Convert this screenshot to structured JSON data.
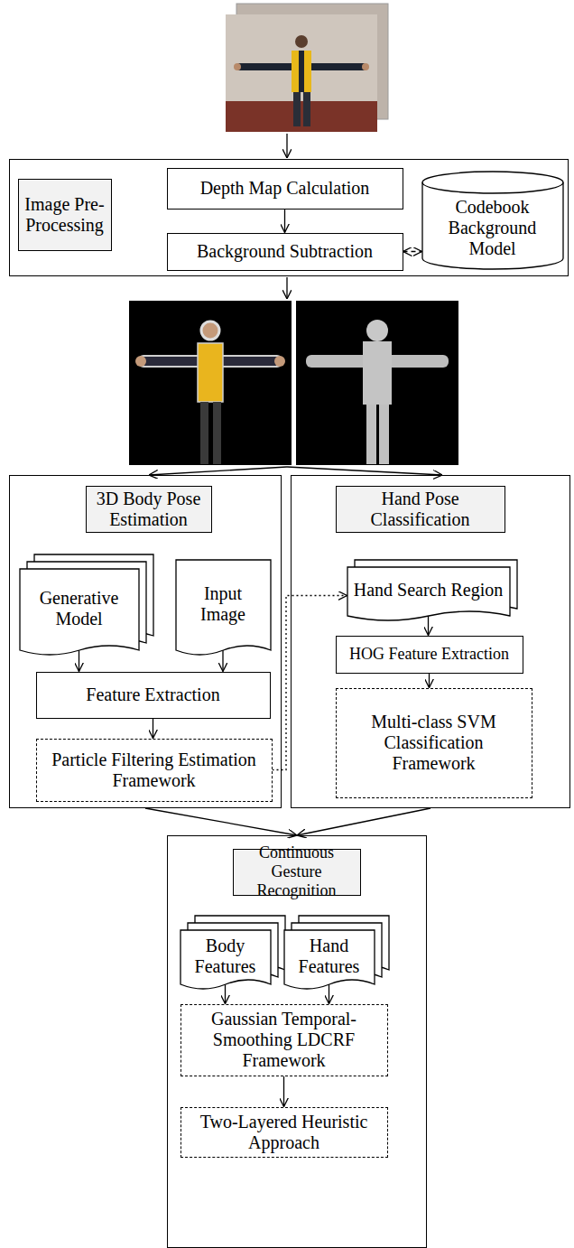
{
  "diagram": {
    "nodes": [
      {
        "text": [
          "Image Pre-Processing"
        ]
      },
      {
        "text": [
          "Depth Map Calculation"
        ],
        "in": 0
      },
      {
        "text": [
          "Background Subtraction"
        ],
        "in": 0
      },
      {
        "text": [
          "Codebook Background Model"
        ],
        "in": 0
      },
      {
        "text": [
          "3D Body Pose Estimation"
        ]
      },
      {
        "text": [
          "Generative Model"
        ],
        "in": 4
      },
      {
        "text": [
          "Input Image"
        ],
        "in": 4
      },
      {
        "text": [
          "Feature Extraction"
        ],
        "in": 4
      },
      {
        "text": [
          "Particle Filtering Estimation Framework"
        ],
        "in": 4
      },
      {
        "text": [
          "Hand Pose Classification"
        ]
      },
      {
        "text": [
          "Hand Search Region"
        ],
        "in": 9
      },
      {
        "text": [
          "HOG Feature Extraction"
        ],
        "in": 9
      },
      {
        "text": [
          "Multi-class SVM Classification Framework"
        ],
        "in": 9
      },
      {
        "text": [
          "Continuous Gesture Recognition"
        ]
      },
      {
        "text": [
          "Body Features"
        ],
        "in": 13
      },
      {
        "text": [
          "Hand Features"
        ],
        "in": 13
      },
      {
        "text": [
          "Gaussian Temporal-Smoothing LDCRF Framework"
        ],
        "in": 13
      },
      {
        "text": [
          "Two-Layered Heuristic Approach"
        ],
        "in": 13
      }
    ],
    "edges": [
      {
        "from": 1,
        "to": 2,
        "arrow": "to"
      },
      {
        "from": 2,
        "to": 3,
        "arrow": "both"
      },
      {
        "from": 5,
        "to": 7,
        "arrow": "to"
      },
      {
        "from": 6,
        "to": 7,
        "arrow": "to"
      },
      {
        "from": 7,
        "to": 8,
        "arrow": "to"
      },
      {
        "from": 8,
        "to": 10,
        "arrow": "to"
      },
      {
        "from": 10,
        "to": 11,
        "arrow": "to"
      },
      {
        "from": 11,
        "to": 12,
        "arrow": "to"
      },
      {
        "from": 4,
        "to": 13,
        "arrow": "to"
      },
      {
        "from": 9,
        "to": 13,
        "arrow": "to"
      },
      {
        "from": 14,
        "to": 16,
        "arrow": "to"
      },
      {
        "from": 15,
        "to": 16,
        "arrow": "to"
      },
      {
        "from": 16,
        "to": 17,
        "arrow": "to"
      }
    ]
  }
}
